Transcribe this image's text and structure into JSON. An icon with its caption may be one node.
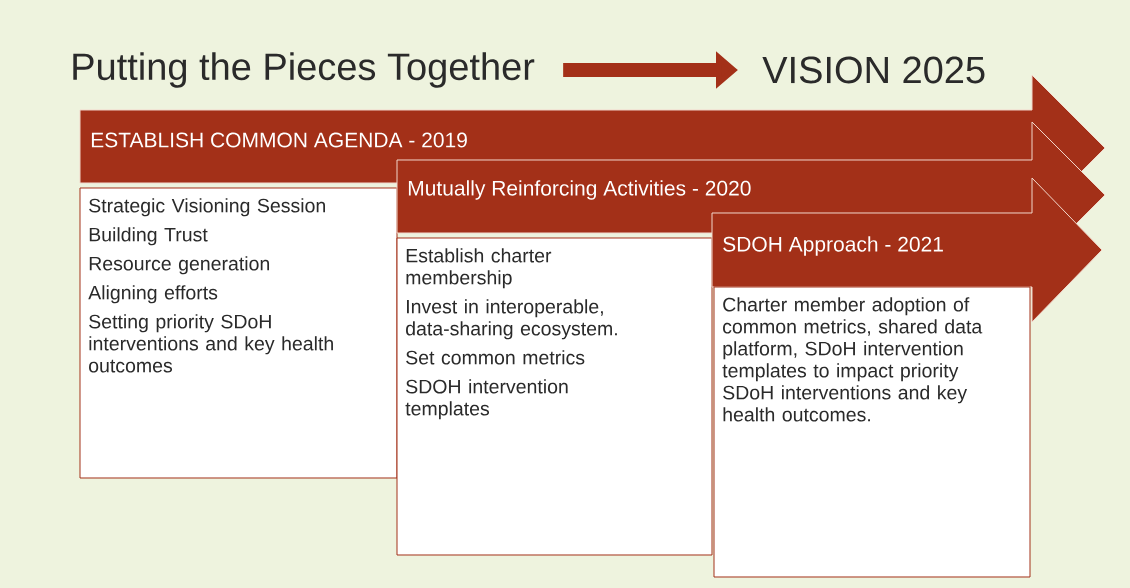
{
  "diagram": {
    "nodes": [
      {
        "text": [
          "Putting the Pieces Together"
        ]
      },
      {
        "text": [
          "VISION 2025"
        ]
      },
      {
        "text": [
          "ESTABLISH COMMON AGENDA - 2019"
        ]
      },
      {
        "text": [
          "Strategic  Visioning Session",
          "Building Trust",
          "Resource generation",
          "Aligning efforts",
          "Setting priority SDoH interventions and key health outcomes"
        ]
      },
      {
        "text": [
          "Mutually Reinforcing Activities - 2020"
        ]
      },
      {
        "text": [
          "Establish charter membership",
          "Invest in interoperable, data-sharing ecosystem.",
          "Set common metrics",
          "SDOH intervention templates"
        ]
      },
      {
        "text": [
          "SDOH Approach - 2021"
        ]
      },
      {
        "text": [
          "Charter member adoption of common metrics, shared data platform, SDoH intervention templates to impact priority SDoH interventions and key health outcomes."
        ]
      }
    ],
    "edges": [
      {
        "from": 0,
        "to": 1,
        "arrow": "to"
      }
    ]
  }
}
